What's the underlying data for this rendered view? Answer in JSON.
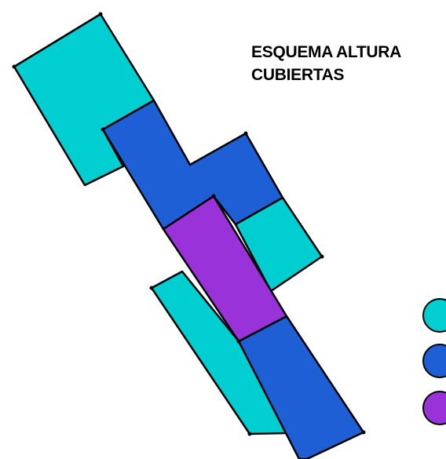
{
  "title": {
    "line1": "ESQUEMA ALTURA",
    "line2": "CUBIERTAS"
  },
  "colors": {
    "cyan": "#00ced1",
    "blue": "#1e5fd6",
    "purple": "#9932d8",
    "outline": "#000000"
  },
  "blocks": [
    {
      "id": "top-left-block",
      "color": "cyan"
    },
    {
      "id": "upper-blue-block",
      "color": "blue"
    },
    {
      "id": "right-cyan-block",
      "color": "cyan"
    },
    {
      "id": "lower-left-cyan-block",
      "color": "cyan"
    },
    {
      "id": "lower-blue-block",
      "color": "blue"
    },
    {
      "id": "center-purple-block",
      "color": "purple"
    }
  ],
  "legend": [
    {
      "color": "cyan"
    },
    {
      "color": "blue"
    },
    {
      "color": "purple"
    }
  ]
}
